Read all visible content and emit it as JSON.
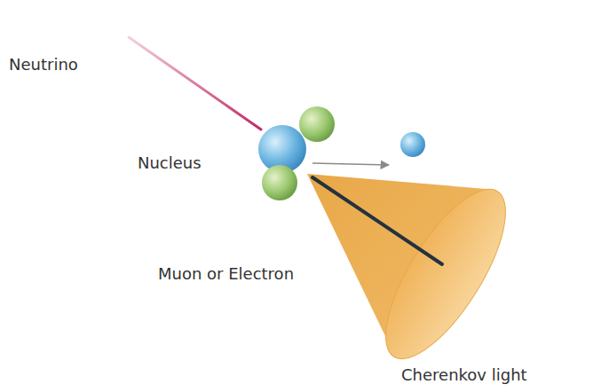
{
  "diagram": {
    "labels": [
      "Neutrino",
      "Nucleus",
      "Muon or Electron",
      "Cherenkov light"
    ]
  }
}
